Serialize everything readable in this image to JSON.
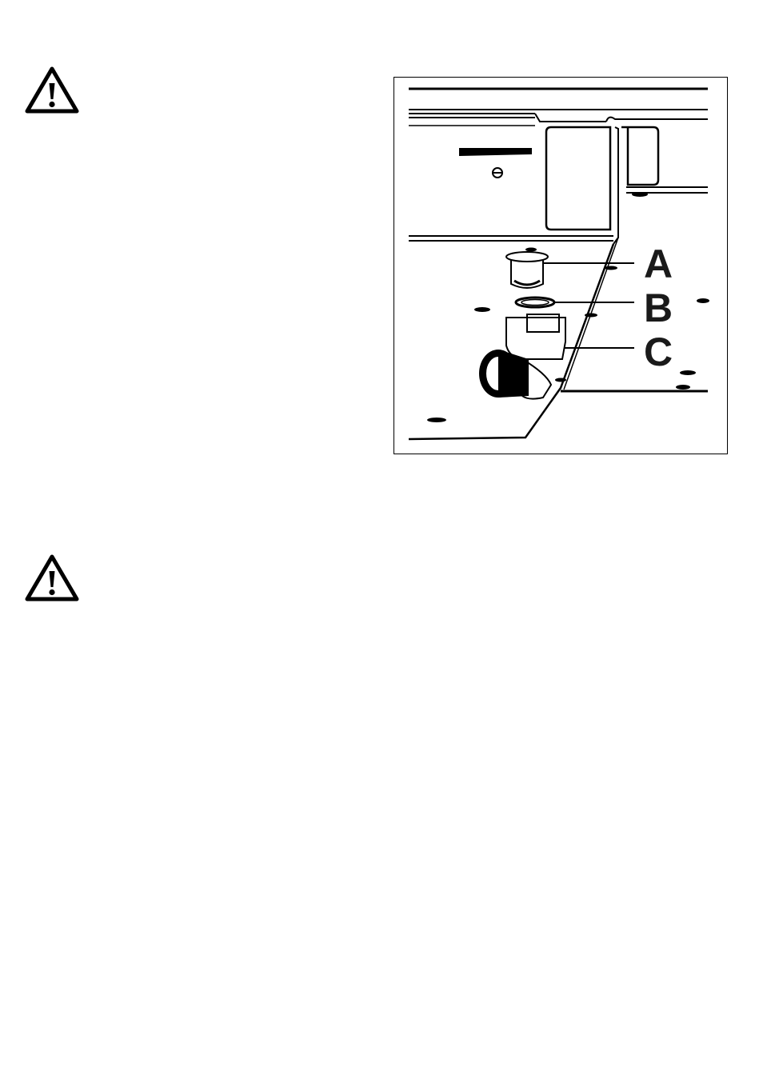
{
  "figure": {
    "callouts": {
      "a": "A",
      "b": "B",
      "c": "C"
    }
  },
  "icons": {
    "warning": "warning-triangle-icon"
  },
  "colors": {
    "ink": "#000000",
    "paper": "#ffffff"
  }
}
